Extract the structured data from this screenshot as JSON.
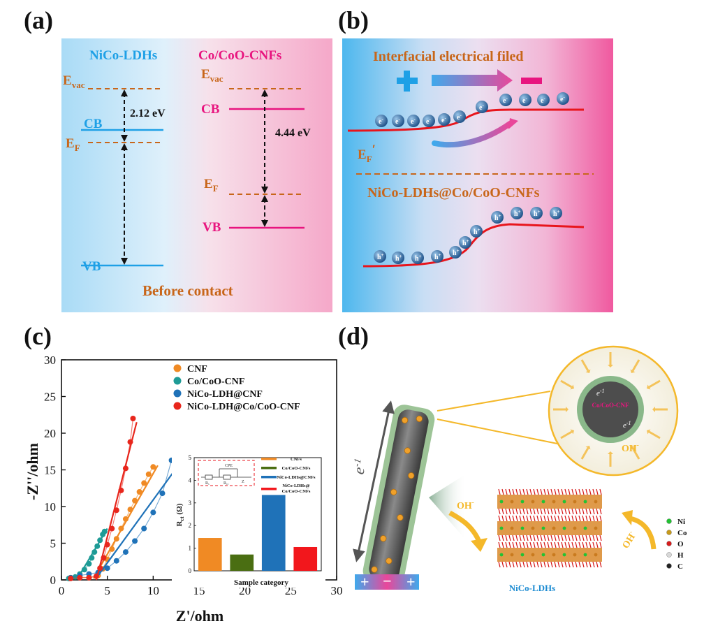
{
  "panel_labels": {
    "a": "(a)",
    "b": "(b)",
    "c": "(c)",
    "d": "(d)"
  },
  "panel_a": {
    "left_title": "NiCo-LDHs",
    "right_title": "Co/CoO-CNFs",
    "evac": "E",
    "evac_sub": "vac",
    "ef": "E",
    "ef_sub": "F",
    "cb": "CB",
    "vb": "VB",
    "gap_left": "2.12 eV",
    "gap_right": "4.44 eV",
    "caption": "Before contact",
    "colors": {
      "left_bg": "#bfe3f7",
      "right_bg": "#f6b9d3",
      "nico": "#1ea0e6",
      "coo": "#e8157f",
      "orange": "#c8661a"
    }
  },
  "panel_b": {
    "title": "Interfacial electrical filed",
    "plus": "+",
    "minus": "−",
    "electron": "e",
    "electron_sup": "-",
    "hole": "h",
    "hole_sup": "+",
    "ef_label": "E",
    "ef_sub": "F",
    "ef_prime": "′",
    "material": "NiCo-LDHs@Co/CoO-CNFs"
  },
  "panel_c": {
    "xlabel": "Z'/ohm",
    "ylabel": "-Z''/ohm",
    "inset": {
      "ylabel": "R",
      "ylabel_sub": "ct",
      "ylabel_unit": " (Ω)",
      "xlabel": "Sample category",
      "circuit_cpe": "CPE",
      "circuit_rs": "R",
      "circuit_rs_sub": "s",
      "circuit_rct": "R",
      "circuit_rct_sub": "ct",
      "circuit_w": "Z"
    }
  },
  "panel_d": {
    "core_label": "Co/CoO-CNF",
    "electron_label": "e",
    "electron_sup": "-1",
    "oh": "OH",
    "oh_sup": "-",
    "ldh_label": "NiCo-LDHs",
    "bottom_minus": "−",
    "bottom_plus": "+",
    "legend": [
      {
        "label": "Ni",
        "color": "#22c233"
      },
      {
        "label": "Co",
        "color": "#c79a1a"
      },
      {
        "label": "O",
        "color": "#d61c1c"
      },
      {
        "label": "H",
        "color": "#d8d8d8"
      },
      {
        "label": "C",
        "color": "#222222"
      }
    ]
  },
  "chart_data": [
    {
      "type": "line",
      "title": "",
      "xlabel": "Z'/ohm",
      "ylabel": "-Z''/ohm",
      "xlim": [
        0,
        30
      ],
      "ylim": [
        0,
        30
      ],
      "xticks": [
        0,
        5,
        10,
        15,
        20,
        25,
        30
      ],
      "yticks": [
        0,
        5,
        10,
        15,
        20,
        25,
        30
      ],
      "legend_position": "top-right",
      "series": [
        {
          "name": "CNF",
          "color": "#f08a24",
          "x": [
            1.0,
            2.0,
            3.0,
            4.0,
            4.5,
            5.0,
            5.5,
            6.0,
            6.5,
            7.0,
            7.5,
            8.0,
            8.5,
            9.0,
            9.5,
            10.0
          ],
          "y": [
            0.3,
            0.4,
            0.3,
            0.6,
            1.5,
            2.8,
            4.2,
            5.6,
            7.0,
            8.3,
            9.6,
            10.8,
            12.0,
            13.2,
            14.4,
            15.4
          ],
          "fit_x": [
            3.5,
            10.5
          ],
          "fit_y": [
            0.2,
            15.6
          ]
        },
        {
          "name": "Co/CoO-CNF",
          "color": "#1e9b96",
          "x": [
            0.8,
            1.5,
            2.0,
            2.5,
            3.0,
            3.3,
            3.6,
            3.9,
            4.2,
            4.5,
            4.7
          ],
          "y": [
            0.2,
            0.4,
            0.8,
            1.4,
            2.2,
            3.0,
            3.8,
            4.6,
            5.4,
            6.2,
            6.6
          ],
          "fit_x": [
            1.8,
            5.0
          ],
          "fit_y": [
            0.3,
            7.0
          ]
        },
        {
          "name": "NiCo-LDH@CNF",
          "color": "#1f72b8",
          "x": [
            1.0,
            2.0,
            3.0,
            4.0,
            5.0,
            6.0,
            7.0,
            8.0,
            9.0,
            10.0,
            11.0,
            12.0
          ],
          "y": [
            0.3,
            0.6,
            0.8,
            1.0,
            1.6,
            2.6,
            3.8,
            5.3,
            7.0,
            9.2,
            11.8,
            16.3
          ],
          "fit_x": [
            4.0,
            12.5
          ],
          "fit_y": [
            0.6,
            15.2
          ]
        },
        {
          "name": "NiCo-LDH@Co/CoO-CNF",
          "color": "#e8261c",
          "x": [
            1.0,
            2.0,
            3.0,
            3.8,
            4.2,
            4.6,
            5.0,
            5.5,
            6.0,
            6.5,
            7.0,
            7.5,
            7.8
          ],
          "y": [
            0.2,
            0.3,
            0.3,
            0.5,
            1.6,
            3.0,
            4.8,
            7.0,
            9.5,
            12.2,
            15.2,
            18.8,
            22.0
          ],
          "fit_x": [
            3.8,
            8.2
          ],
          "fit_y": [
            0.0,
            21.5
          ]
        }
      ]
    },
    {
      "type": "bar",
      "title": "",
      "xlabel": "Sample category",
      "ylabel": "Rct (Ω)",
      "ylim": [
        0,
        5
      ],
      "yticks": [
        0,
        1,
        2,
        3,
        4,
        5
      ],
      "legend_position": "top-right",
      "categories": [
        "CNFs",
        "Co/CoO-CNFs",
        "NiCo-LDHs@CNFs",
        "NiCo-LDHs@Co/CoO-CNFs"
      ],
      "values": [
        1.45,
        0.72,
        3.35,
        1.05
      ],
      "colors": [
        "#f08a24",
        "#4a6e12",
        "#1f72b8",
        "#f2171c"
      ]
    }
  ]
}
